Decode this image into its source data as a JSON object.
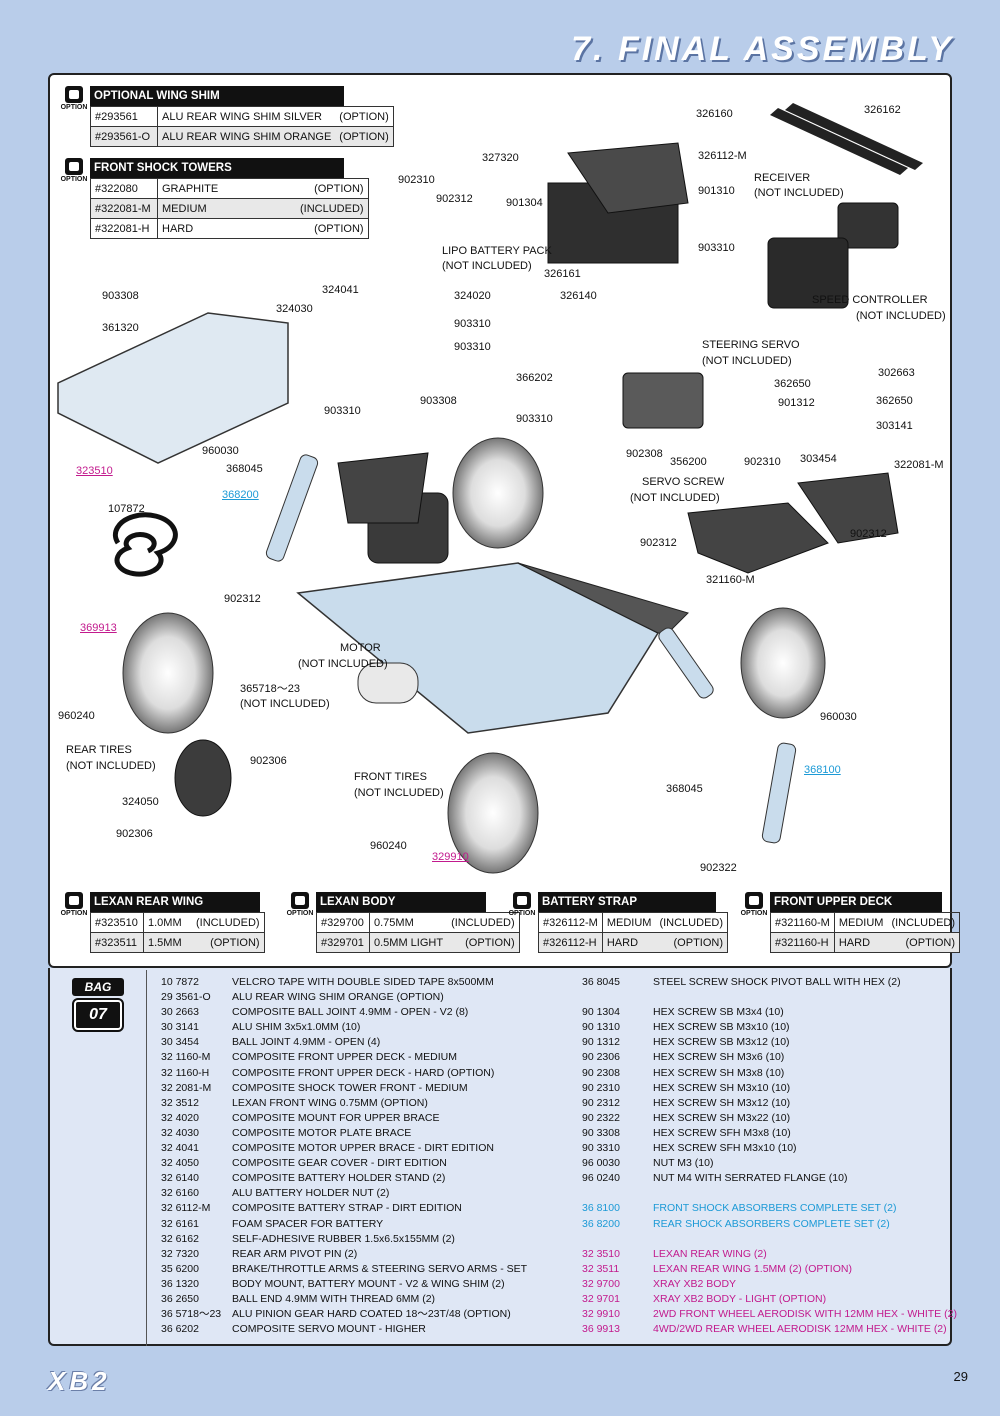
{
  "title": "7. FINAL ASSEMBLY",
  "option_label": "OPTION",
  "page_number": "29",
  "brand_logo": "XB2",
  "bag": {
    "label": "BAG",
    "number": "07"
  },
  "option_tables": [
    {
      "title": "OPTIONAL WING SHIM",
      "rows": [
        [
          "#293561",
          "ALU REAR WING SHIM SILVER",
          "(OPTION)"
        ],
        [
          "#293561-O",
          "ALU REAR WING SHIM ORANGE",
          "(OPTION)"
        ]
      ]
    },
    {
      "title": "FRONT SHOCK TOWERS",
      "rows": [
        [
          "#322080",
          "GRAPHITE",
          "(OPTION)"
        ],
        [
          "#322081-M",
          "MEDIUM",
          "(INCLUDED)"
        ],
        [
          "#322081-H",
          "HARD",
          "(OPTION)"
        ]
      ]
    },
    {
      "title": "LEXAN REAR WING",
      "rows": [
        [
          "#323510",
          "1.0MM",
          "(INCLUDED)"
        ],
        [
          "#323511",
          "1.5MM",
          "(OPTION)"
        ]
      ]
    },
    {
      "title": "LEXAN BODY",
      "rows": [
        [
          "#329700",
          "0.75MM",
          "(INCLUDED)"
        ],
        [
          "#329701",
          "0.5MM LIGHT",
          "(OPTION)"
        ]
      ]
    },
    {
      "title": "BATTERY STRAP",
      "rows": [
        [
          "#326112-M",
          "MEDIUM",
          "(INCLUDED)"
        ],
        [
          "#326112-H",
          "HARD",
          "(OPTION)"
        ]
      ]
    },
    {
      "title": "FRONT UPPER DECK",
      "rows": [
        [
          "#321160-M",
          "MEDIUM",
          "(INCLUDED)"
        ],
        [
          "#321160-H",
          "HARD",
          "(OPTION)"
        ]
      ]
    }
  ],
  "diagram_labels": [
    {
      "t": "326160"
    },
    {
      "t": "326162"
    },
    {
      "t": "327320"
    },
    {
      "t": "326112-M"
    },
    {
      "t": "RECEIVER"
    },
    {
      "t": "(NOT INCLUDED)"
    },
    {
      "t": "902310"
    },
    {
      "t": "902312"
    },
    {
      "t": "901304"
    },
    {
      "t": "901310"
    },
    {
      "t": "LIPO BATTERY PACK"
    },
    {
      "t": "(NOT INCLUDED)"
    },
    {
      "t": "903310"
    },
    {
      "t": "326161"
    },
    {
      "t": "326140"
    },
    {
      "t": "324041"
    },
    {
      "t": "324020"
    },
    {
      "t": "903308"
    },
    {
      "t": "324030"
    },
    {
      "t": "SPEED CONTROLLER"
    },
    {
      "t": "(NOT INCLUDED)"
    },
    {
      "t": "361320"
    },
    {
      "t": "903310"
    },
    {
      "t": "903310"
    },
    {
      "t": "STEERING SERVO"
    },
    {
      "t": "(NOT INCLUDED)"
    },
    {
      "t": "366202"
    },
    {
      "t": "302663"
    },
    {
      "t": "362650"
    },
    {
      "t": "901312"
    },
    {
      "t": "362650"
    },
    {
      "t": "903310"
    },
    {
      "t": "903308"
    },
    {
      "t": "903310"
    },
    {
      "t": "303141"
    },
    {
      "t": "960030"
    },
    {
      "t": "902308"
    },
    {
      "t": "323510",
      "c": "mag"
    },
    {
      "t": "368045"
    },
    {
      "t": "356200"
    },
    {
      "t": "902310"
    },
    {
      "t": "303454"
    },
    {
      "t": "322081-M"
    },
    {
      "t": "SERVO SCREW"
    },
    {
      "t": "(NOT INCLUDED)"
    },
    {
      "t": "368200",
      "c": "cya"
    },
    {
      "t": "107872"
    },
    {
      "t": "902312"
    },
    {
      "t": "902312"
    },
    {
      "t": "321160-M"
    },
    {
      "t": "902312"
    },
    {
      "t": "369913",
      "c": "mag"
    },
    {
      "t": "MOTOR"
    },
    {
      "t": "(NOT INCLUDED)"
    },
    {
      "t": "365718～23"
    },
    {
      "t": "(NOT INCLUDED)"
    },
    {
      "t": "960240"
    },
    {
      "t": "960030"
    },
    {
      "t": "REAR TIRES"
    },
    {
      "t": "(NOT INCLUDED)"
    },
    {
      "t": "902306"
    },
    {
      "t": "368100",
      "c": "cya"
    },
    {
      "t": "FRONT TIRES"
    },
    {
      "t": "(NOT INCLUDED)"
    },
    {
      "t": "368045"
    },
    {
      "t": "324050"
    },
    {
      "t": "902306"
    },
    {
      "t": "960240"
    },
    {
      "t": "329910",
      "c": "mag"
    },
    {
      "t": "902322"
    }
  ],
  "parts_left": [
    [
      "10 7872",
      "VELCRO TAPE WITH DOUBLE SIDED TAPE 8x500MM"
    ],
    [
      "29 3561-O",
      "ALU REAR WING SHIM ORANGE (OPTION)"
    ],
    [
      "30 2663",
      "COMPOSITE BALL JOINT 4.9MM - OPEN - V2 (8)"
    ],
    [
      "30 3141",
      "ALU SHIM 3x5x1.0MM (10)"
    ],
    [
      "30 3454",
      "BALL JOINT 4.9MM - OPEN (4)"
    ],
    [
      "32 1160-M",
      "COMPOSITE FRONT UPPER DECK - MEDIUM"
    ],
    [
      "32 1160-H",
      "COMPOSITE FRONT UPPER DECK - HARD (OPTION)"
    ],
    [
      "32 2081-M",
      "COMPOSITE SHOCK TOWER FRONT - MEDIUM"
    ],
    [
      "32 3512",
      "LEXAN FRONT WING 0.75MM (OPTION)"
    ],
    [
      "32 4020",
      "COMPOSITE MOUNT FOR UPPER BRACE"
    ],
    [
      "32 4030",
      "COMPOSITE MOTOR PLATE BRACE"
    ],
    [
      "32 4041",
      "COMPOSITE MOTOR UPPER BRACE - DIRT EDITION"
    ],
    [
      "32 4050",
      "COMPOSITE GEAR COVER - DIRT EDITION"
    ],
    [
      "32 6140",
      "COMPOSITE BATTERY HOLDER STAND (2)"
    ],
    [
      "32 6160",
      "ALU BATTERY HOLDER NUT (2)"
    ],
    [
      "32 6112-M",
      "COMPOSITE BATTERY STRAP - DIRT EDITION"
    ],
    [
      "32 6161",
      "FOAM SPACER FOR BATTERY"
    ],
    [
      "32 6162",
      "SELF-ADHESIVE RUBBER 1.5x6.5x155MM (2)"
    ],
    [
      "32 7320",
      "REAR ARM PIVOT PIN (2)"
    ],
    [
      "35 6200",
      "BRAKE/THROTTLE ARMS & STEERING SERVO ARMS - SET"
    ],
    [
      "36 1320",
      "BODY MOUNT, BATTERY MOUNT - V2 & WING SHIM (2)"
    ],
    [
      "36 2650",
      "BALL END 4.9MM WITH THREAD 6MM (2)"
    ],
    [
      "36 5718～23",
      "ALU PINION GEAR HARD COATED 18～23T/48 (OPTION)"
    ],
    [
      "36 6202",
      "COMPOSITE SERVO MOUNT - HIGHER"
    ]
  ],
  "parts_right": [
    [
      "36 8045",
      "STEEL SCREW SHOCK PIVOT BALL WITH HEX (2)",
      ""
    ],
    [
      "",
      "",
      ""
    ],
    [
      "90 1304",
      "HEX SCREW SB M3x4  (10)",
      ""
    ],
    [
      "90 1310",
      "HEX SCREW  SB M3x10  (10)",
      ""
    ],
    [
      "90 1312",
      "HEX SCREW  SB M3x12  (10)",
      ""
    ],
    [
      "90 2306",
      "HEX SCREW  SH M3x6  (10)",
      ""
    ],
    [
      "90 2308",
      "HEX SCREW  SH M3x8  (10)",
      ""
    ],
    [
      "90 2310",
      "HEX SCREW  SH M3x10  (10)",
      ""
    ],
    [
      "90 2312",
      "HEX SCREW  SH M3x12  (10)",
      ""
    ],
    [
      "90 2322",
      "HEX SCREW  SH M3x22  (10)",
      ""
    ],
    [
      "90 3308",
      "HEX SCREW  SFH M3x8  (10)",
      ""
    ],
    [
      "90 3310",
      "HEX SCREW  SFH M3x10  (10)",
      ""
    ],
    [
      "96 0030",
      "NUT M3  (10)",
      ""
    ],
    [
      "96 0240",
      "NUT M4 WITH SERRATED FLANGE  (10)",
      ""
    ],
    [
      "",
      "",
      ""
    ],
    [
      "36 8100",
      "FRONT SHOCK ABSORBERS COMPLETE SET (2)",
      "cy"
    ],
    [
      "36 8200",
      "REAR SHOCK ABSORBERS COMPLETE SET (2)",
      "cy"
    ],
    [
      "",
      "",
      ""
    ],
    [
      "32 3510",
      "LEXAN REAR WING (2)",
      "m"
    ],
    [
      "32 3511",
      "LEXAN REAR WING 1.5MM (2) (OPTION)",
      "m"
    ],
    [
      "32 9700",
      "XRAY XB2 BODY",
      "m"
    ],
    [
      "32 9701",
      "XRAY XB2 BODY - LIGHT (OPTION)",
      "m"
    ],
    [
      "32 9910",
      "2WD FRONT WHEEL AERODISK WITH 12MM HEX - WHITE (2)",
      "m"
    ],
    [
      "36 9913",
      "4WD/2WD REAR WHEEL AERODISK 12MM HEX - WHITE (2)",
      "m"
    ]
  ],
  "colors": {
    "page_bg": "#b9cdea",
    "parts_bg": "#dfe7f5",
    "magenta": "#c21a8d",
    "cyan": "#1c9ad6"
  }
}
